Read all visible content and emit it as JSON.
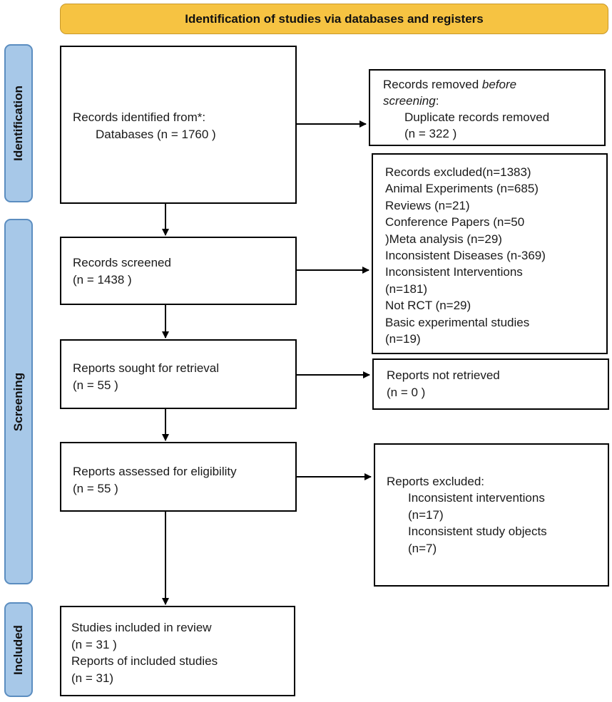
{
  "header": {
    "title": "Identification of studies via databases and registers"
  },
  "phases": {
    "identification": "Identification",
    "screening": "Screening",
    "included": "Included"
  },
  "boxes": {
    "identified": {
      "line1": "Records identified from*:",
      "line2": "Databases (n = 1760 )"
    },
    "removed": {
      "line1": "Records removed ",
      "line1_em": "before",
      "line2_em": "screening",
      "line2": ":",
      "line3": "Duplicate records removed",
      "line4": "(n = 322 )"
    },
    "screened": {
      "line1": "Records screened",
      "line2": "(n = 1438 )"
    },
    "excluded": {
      "lines": [
        "Records excluded(n=1383)",
        "Animal Experiments (n=685)",
        "Reviews (n=21)",
        "Conference Papers (n=50",
        ")Meta analysis (n=29)",
        "Inconsistent Diseases (n-369)",
        "Inconsistent Interventions",
        "(n=181)",
        "Not RCT (n=29)",
        "Basic experimental studies",
        "(n=19)"
      ]
    },
    "sought": {
      "line1": "Reports sought for retrieval",
      "line2": "(n = 55 )"
    },
    "not_retrieved": {
      "line1": "Reports not retrieved",
      "line2": "(n = 0 )"
    },
    "assessed": {
      "line1": "Reports assessed for eligibility",
      "line2": "(n = 55 )"
    },
    "reports_excluded": {
      "line1": "Reports excluded:",
      "line2": "Inconsistent interventions",
      "line3": "(n=17)",
      "line4": "Inconsistent study objects",
      "line5": "(n=7)"
    },
    "included": {
      "line1": "Studies included in review",
      "line2": "(n = 31 )",
      "line3": "Reports of included studies",
      "line4": "(n = 31)"
    }
  }
}
